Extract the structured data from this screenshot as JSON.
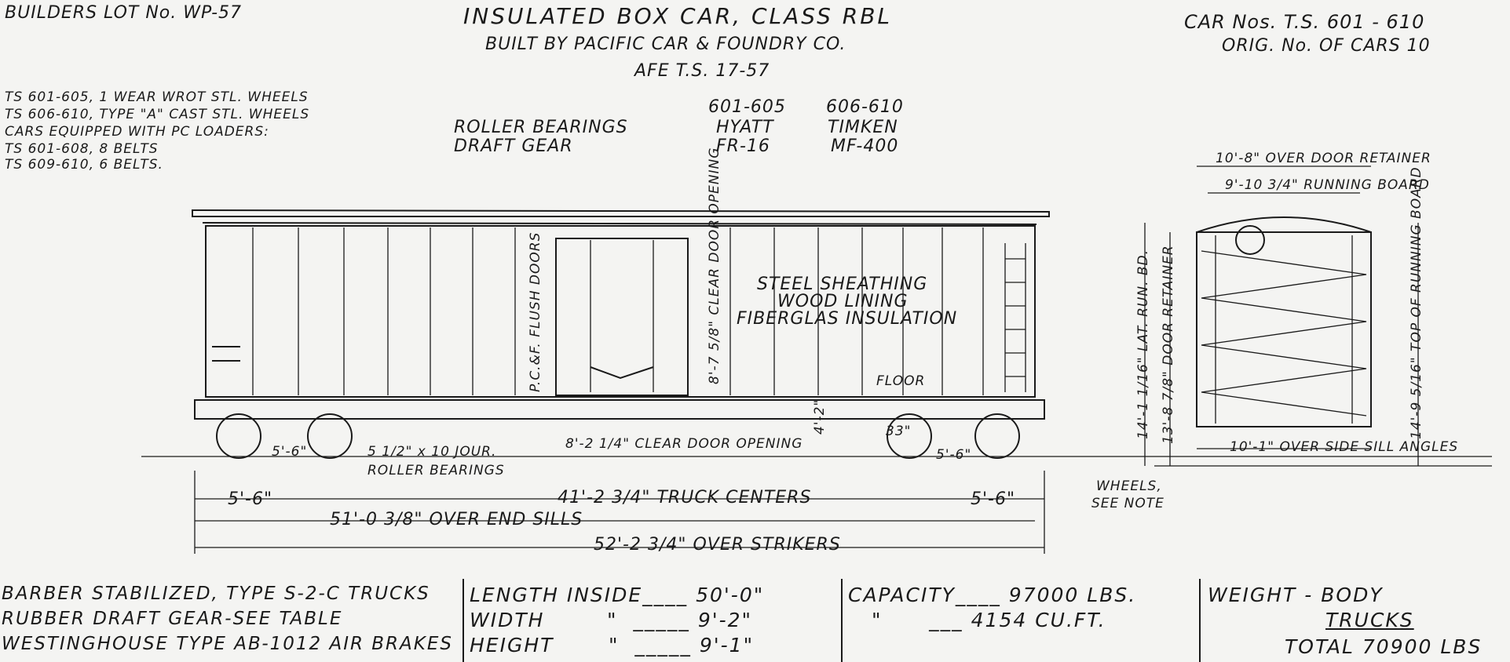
{
  "header": {
    "builders_lot": "BUILDERS LOT No. WP-57",
    "title": "INSULATED BOX CAR, CLASS RBL",
    "builder": "BUILT BY PACIFIC CAR & FOUNDRY CO.",
    "afe": "AFE T.S. 17-57",
    "car_nos": "CAR Nos. T.S. 601 - 610",
    "orig_no": "ORIG. No. OF CARS 10"
  },
  "notes": [
    "TS 601-605,   1 WEAR WROT STL. WHEELS",
    "TS 606-610,   TYPE \"A\" CAST STL. WHEELS",
    "CARS EQUIPPED WITH PC LOADERS:",
    "TS 601-608,   8 BELTS",
    "TS 609-610,   6 BELTS."
  ],
  "equipment": {
    "col1": "601-605",
    "col2": "606-610",
    "rows": [
      {
        "label": "ROLLER BEARINGS",
        "v1": "HYATT",
        "v2": "TIMKEN"
      },
      {
        "label": "DRAFT GEAR",
        "v1": "FR-16",
        "v2": "MF-400"
      }
    ]
  },
  "side_labels": {
    "doors": "P.C.&F. FLUSH DOORS",
    "door_height": "8'-7 5/8\" CLEAR DOOR OPENING",
    "sheathing": "STEEL SHEATHING",
    "lining": "WOOD LINING",
    "insulation": "FIBERGLAS INSULATION",
    "floor": "FLOOR",
    "door_width": "8'-2 1/4\" CLEAR DOOR OPENING",
    "floor_height": "4'-2\"",
    "axle_left": "5'-6\"",
    "axle_right": "5'-6\"",
    "journal": "5 1/2\" x 10 JOUR.",
    "roller": "ROLLER BEARINGS",
    "wheels": "WHEELS,",
    "wheels2": "SEE NOTE",
    "wheel_dia": "33\""
  },
  "dimensions": {
    "overhang_left": "5'-6\"",
    "truck_centers": "41'-2 3/4\" TRUCK CENTERS",
    "overhang_right": "5'-6\"",
    "end_sills": "51'-0 3/8\" OVER END SILLS",
    "strikers": "52'-2 3/4\" OVER STRIKERS"
  },
  "end_view": {
    "over_door": "10'-8\" OVER DOOR RETAINER",
    "running_board": "9'-10 3/4\" RUNNING BOARD",
    "lat_run": "14'-1 1/16\" LAT. RUN. BD.",
    "door_ret": "13'-8 7/8\" DOOR RETAINER",
    "top_rb": "14'-9 5/16\" TOP OF RUNNING BOARD",
    "sill_angles": "10'-1\" OVER SIDE SILL ANGLES"
  },
  "bottom": {
    "trucks1": "BARBER STABILIZED, TYPE S-2-C TRUCKS",
    "trucks2": "RUBBER DRAFT GEAR-SEE TABLE",
    "trucks3": "WESTINGHOUSE TYPE AB-1012 AIR BRAKES",
    "len_label": "LENGTH INSIDE____ 50'-0\"",
    "wid_label": "WIDTH        \"  _____ 9'-2\"",
    "hgt_label": "HEIGHT       \"  _____ 9'-1\"",
    "capacity": "CAPACITY____ 97000 LBS.",
    "cuft": "\"      ___ 4154 CU.FT.",
    "weight_body": "WEIGHT - BODY",
    "weight_trucks": "TRUCKS",
    "total": "TOTAL 70900 LBS"
  }
}
